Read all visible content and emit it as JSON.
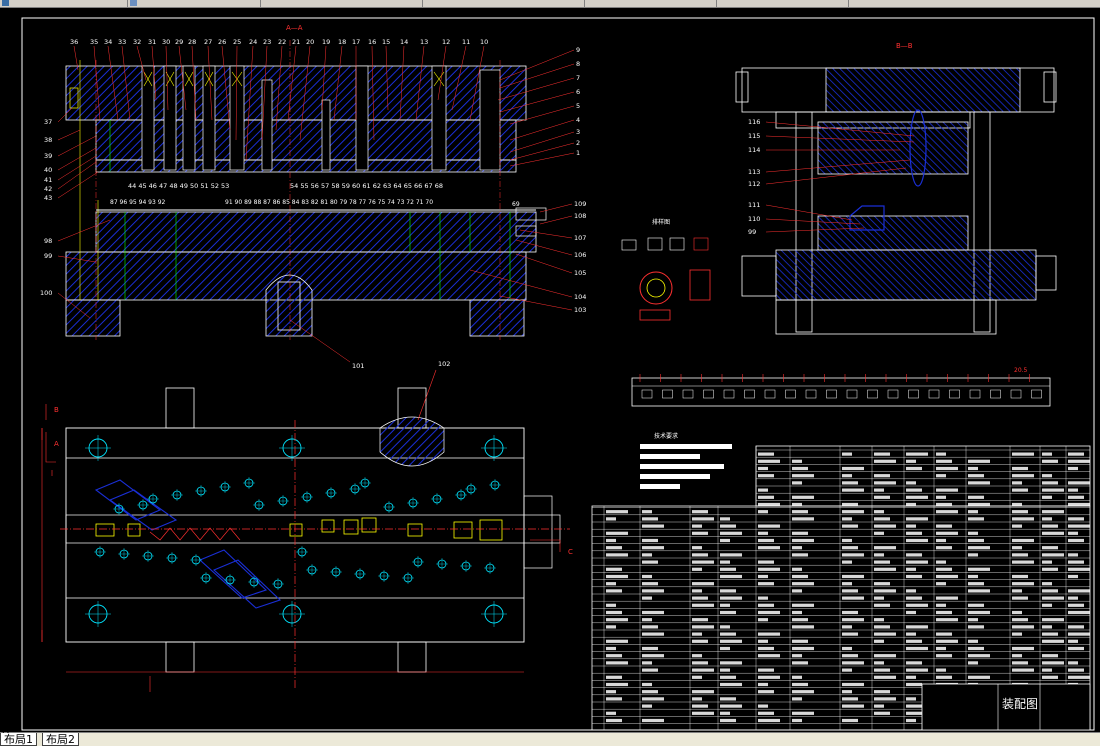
{
  "tabs": [
    {
      "label": "布局1"
    },
    {
      "label": "布局2"
    }
  ],
  "drawing": {
    "section_aa": "A—A",
    "section_bb": "B—B",
    "view_a_label": "A",
    "view_b_label": "B",
    "view_c_label": "C",
    "detail_label": "排样图",
    "strip_label": "20.5",
    "title_block": "装配图",
    "tech_req_heading": "技术要求",
    "top_callouts": [
      "36",
      "35",
      "34",
      "33",
      "32",
      "31",
      "30",
      "29",
      "28",
      "27",
      "26",
      "25",
      "24",
      "23",
      "22",
      "21",
      "20",
      "19",
      "18",
      "17",
      "16",
      "15",
      "14",
      "13",
      "12",
      "11",
      "10"
    ],
    "right_callouts": [
      "9",
      "8",
      "7",
      "6",
      "5",
      "4",
      "3",
      "2",
      "1"
    ],
    "left_callouts": [
      "37",
      "38",
      "39",
      "40",
      "41",
      "42",
      "43"
    ],
    "row44_callouts": [
      "44",
      "45",
      "46",
      "47",
      "48",
      "49",
      "50",
      "51",
      "52",
      "53",
      "54",
      "55",
      "56",
      "57",
      "58",
      "59",
      "60",
      "61",
      "62",
      "63",
      "64",
      "65",
      "66",
      "67",
      "68"
    ],
    "lower_callouts": [
      "109",
      "108",
      "107",
      "106",
      "105",
      "104",
      "103"
    ],
    "left_lower_callouts": [
      "98",
      "99",
      "100"
    ],
    "bottom_callouts": [
      "101",
      "102"
    ],
    "bb_callouts": [
      "116",
      "115",
      "114",
      "113",
      "112",
      "111",
      "110",
      "99"
    ]
  },
  "colors": {
    "background": "#000000",
    "hatch": "#1a2fd6",
    "outline": "#ffffff",
    "center": "#ff3030",
    "green": "#00ff00",
    "cyan": "#00e5ff",
    "yellow": "#ffff00",
    "tabbar": "#ece9d8"
  }
}
